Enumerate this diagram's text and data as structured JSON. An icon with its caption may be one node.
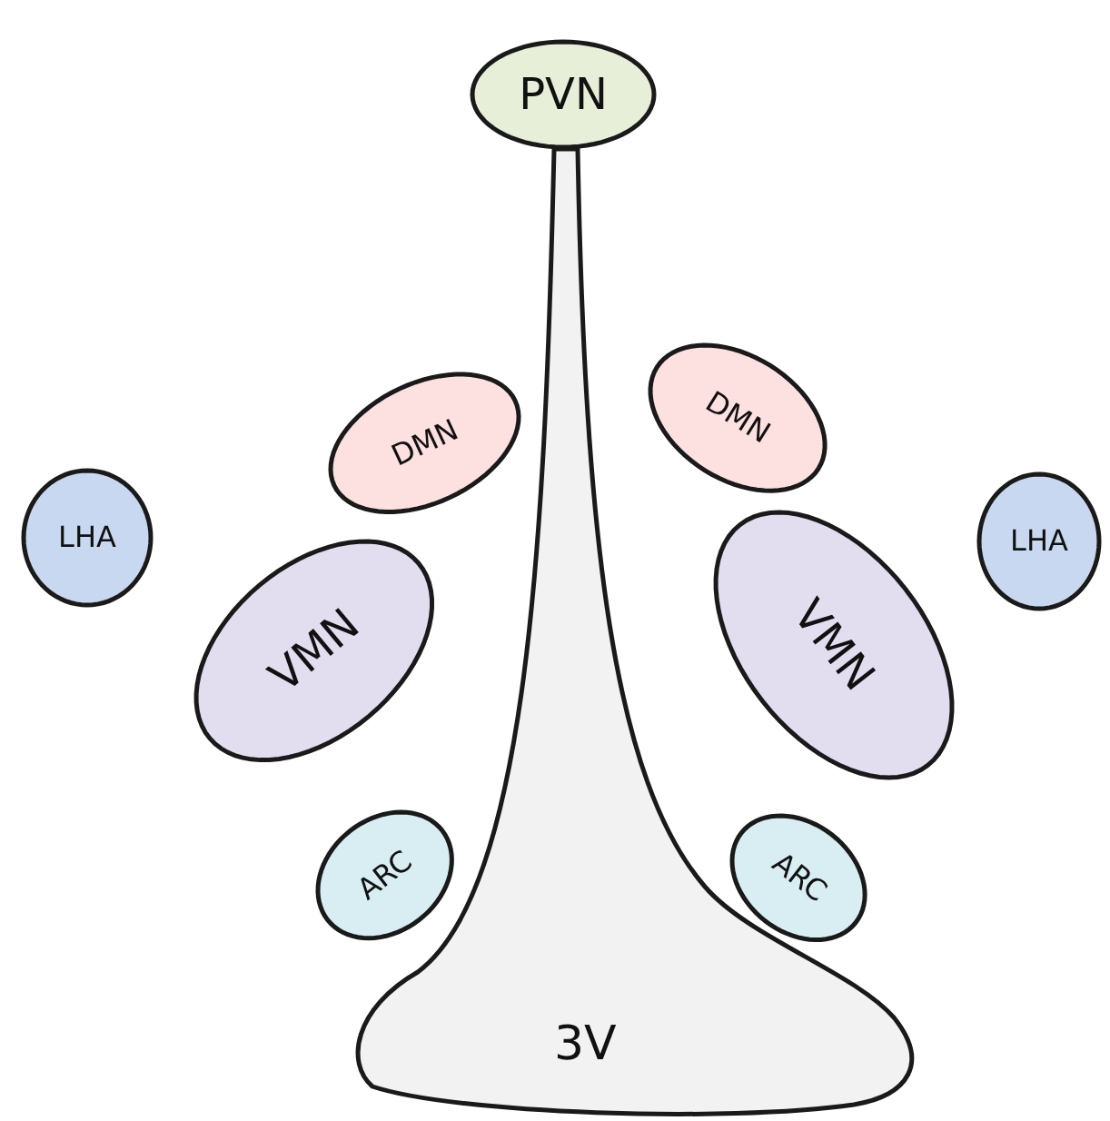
{
  "diagram": {
    "nodes": [
      {
        "text": [
          "PVN"
        ]
      },
      {
        "text": [
          "DMN"
        ]
      },
      {
        "text": [
          "DMN"
        ]
      },
      {
        "text": [
          "LHA"
        ]
      },
      {
        "text": [
          "VMN"
        ]
      },
      {
        "text": [
          "VMN"
        ]
      },
      {
        "text": [
          "LHA"
        ]
      },
      {
        "text": [
          "ARC"
        ]
      },
      {
        "text": [
          "ARC"
        ]
      },
      {
        "text": [
          "3V"
        ]
      }
    ],
    "edges": []
  }
}
